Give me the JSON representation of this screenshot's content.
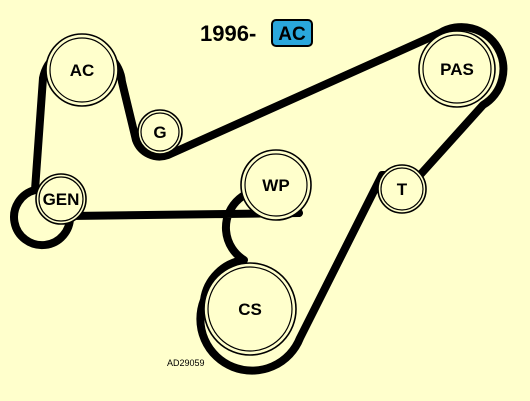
{
  "header": {
    "year_text": "1996-",
    "badge_text": "AC",
    "badge_color": "#2aa7dc"
  },
  "pulleys": {
    "ac": "AC",
    "g": "G",
    "gen": "GEN",
    "wp": "WP",
    "pas": "PAS",
    "t": "T",
    "cs": "CS"
  },
  "figure_code": "AD29059",
  "colors": {
    "background": "#ffffcc",
    "belt": "#000000"
  }
}
